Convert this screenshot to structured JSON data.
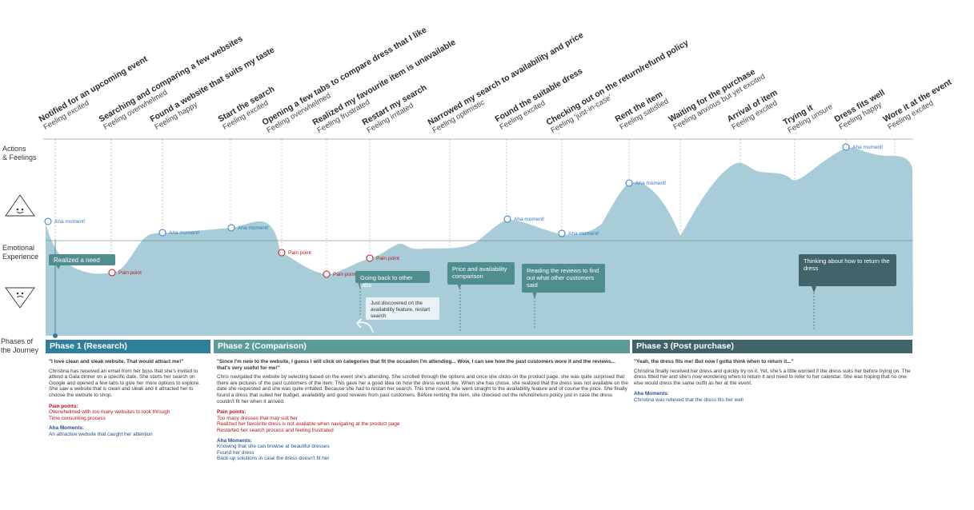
{
  "rows": {
    "actions": "Actions\n& Feelings",
    "emotional": "Emotional\nExperience",
    "phases": "Phases of\nthe Journey"
  },
  "steps": [
    {
      "title": "Notified for an upcoming event",
      "feeling": "Feeling excited"
    },
    {
      "title": "Searching and comparing a few websites",
      "feeling": "Feeling overwhelmed"
    },
    {
      "title": "Found a website that suits my taste",
      "feeling": "Feeling happy"
    },
    {
      "title": "Start the search",
      "feeling": "Feeling excited"
    },
    {
      "title": "Opening a few tabs to compare dress that I like",
      "feeling": "Feeling overwhelmed"
    },
    {
      "title": "Realized my favourite item is unavailable",
      "feeling": "Feeling frustrated"
    },
    {
      "title": "Restart my search",
      "feeling": "Feeling irritated"
    },
    {
      "title": "Narrowed my search to availability and price",
      "feeling": "Feeling optimistic"
    },
    {
      "title": "Found the suitable dress",
      "feeling": "Feeling excited"
    },
    {
      "title": "Checking out on the return/refund policy",
      "feeling": "Feeling 'just-in-case'"
    },
    {
      "title": "Rent the item",
      "feeling": "Feeling satisfied"
    },
    {
      "title": "Waiting for the purchase",
      "feeling": "Feeling anxious but yet excited"
    },
    {
      "title": "Arrival of item",
      "feeling": "Feeling excited"
    },
    {
      "title": "Trying it",
      "feeling": "Feeling unsure"
    },
    {
      "title": "Dress fits well",
      "feeling": "Feeling happy"
    },
    {
      "title": "Wore it at the event",
      "feeling": "Feeling excited"
    }
  ],
  "markers": {
    "aha": "Aha moment!",
    "pain": "Pain point"
  },
  "callouts": {
    "realized_need": "Realized a need",
    "back_tabs": "Going back to other tabs",
    "discovered": "Just discovered on the availability feature, restart search",
    "price": "Price and availability comparison",
    "reviews": "Reading the reviews to find out what other customers said",
    "return": "Thinking about how to return the dress"
  },
  "phases": [
    {
      "header": "Phase 1 (Research)",
      "quote": "\"I love clean and sleak website. That would attract me!\"",
      "desc": "Christina has received an email from her boss that she's invited to attend a Gala dinner on a specific date. She starts her search on Google and opened a few tabs to give her more options to explore. She saw a website that is clean and sleak and it attracted her to choose the website to shop.",
      "pain_title": "Pain points:",
      "pain": [
        "Overwhelmed with too many websites to look through",
        "Time consuming process"
      ],
      "aha_title": "Aha Moments:",
      "aha": [
        "An attractive website that caught her attention"
      ]
    },
    {
      "header": "Phase 2 (Comparison)",
      "quote": "\"Since I'm new to the website, I guess I will click on categories that fit the occasion I'm attending... Wow, I can see how the past customers wore it and the reviews... that's very useful for me!\"",
      "desc": "Chris navigated the website by selecting based on the event she's attending. She scrolled through the options and once she clicks on the product page, she was quite surprised that there are pictures of the past customers of the item. This gave her a good idea on how the dress would like. When she has chose, she realized that the dress was not available on the date she requested and she was quite irritated. Because she had to restart her search. This time round, she went straight to the availability feature and of course the price. She finally found a dress that suited her budget, availability and good reviews from past customers. Before renting the item, she checked out the refund/return policy just in case the dress couldn't fit her when it arrived.",
      "pain_title": "Pain points:",
      "pain": [
        "Too many dresses that may suit her",
        "Realized her favourite dress is not available when navigating at the product page",
        "Restarted her search process and feeling frustrated"
      ],
      "aha_title": "Aha Moments:",
      "aha": [
        "Knowing that she can browse at beautiful dresses",
        "Found her dress",
        "Back-up solutions in case the dress doesn't fit her"
      ]
    },
    {
      "header": "Phase 3 (Post purchase)",
      "quote": "\"Yeah, the dress fits me! But now I gotta think when to return it...\"",
      "desc": "Christina finally received her dress and quickly try on it. Yet, she's a little worried if the dress suits her before trying on. The dress fitted her and she's now wondering when to return it and need to refer to her calendar. She was hoping that no one else would dress the same outfit as her at the event.",
      "pain_title": "",
      "pain": [],
      "aha_title": "Aha Moments:",
      "aha": [
        "Christina was relieved that the dress fits her well"
      ]
    }
  ],
  "colors": {
    "area": "#a9cdd8",
    "phase1": "#2f7f9c",
    "phase2": "#5b9b98",
    "phase3": "#41636a",
    "callout_teal": "#4f8d8f",
    "callout_dark": "#41636a",
    "aha": "#2f78c4",
    "pain": "#c4121b"
  },
  "icons": [
    "happy-face-triangle-icon",
    "sad-face-triangle-icon",
    "curved-arrow-icon"
  ]
}
